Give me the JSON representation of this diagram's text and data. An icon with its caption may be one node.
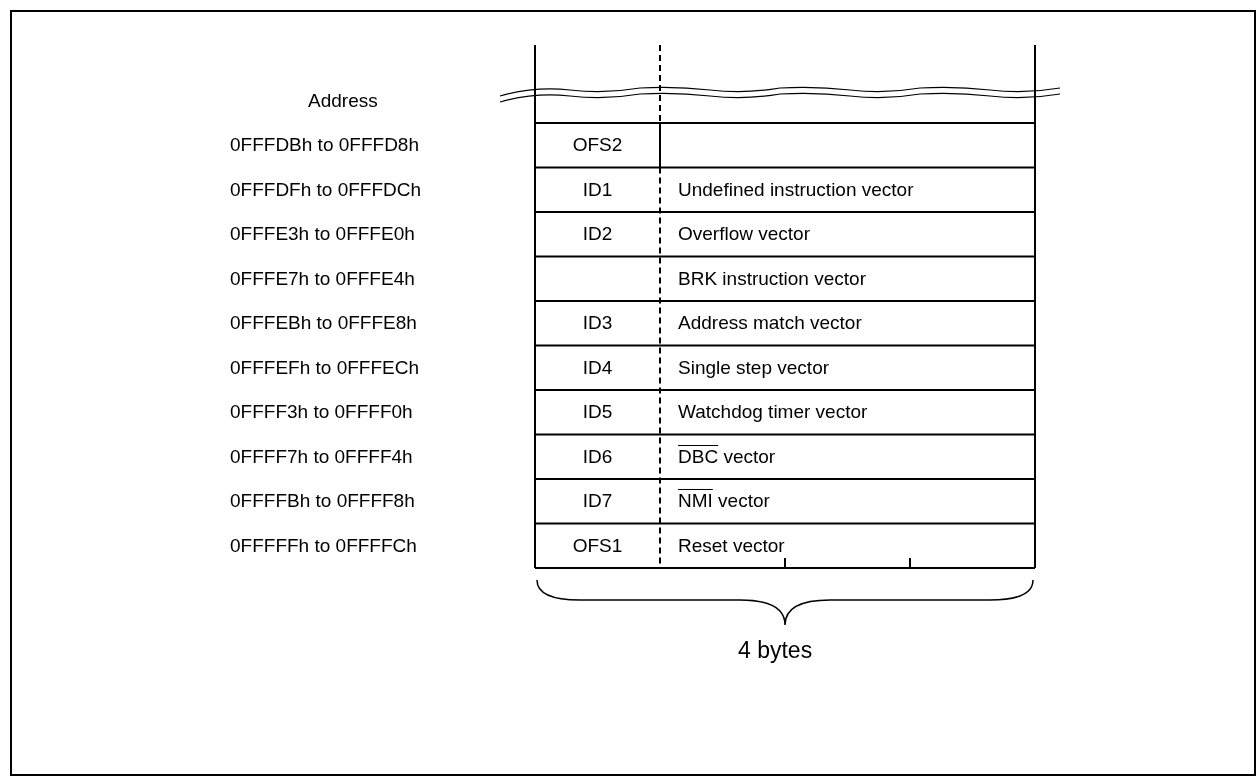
{
  "diagram": {
    "labels": [
      "Address",
      "0FFFDBh to 0FFFD8h",
      "OFS2",
      "0FFFDFh to 0FFFDCh",
      "ID1",
      "Undefined instruction vector",
      "0FFFE3h to 0FFFE0h",
      "ID2",
      "Overflow vector",
      "0FFFE7h to 0FFFE4h",
      "BRK instruction vector",
      "0FFFEBh to 0FFFE8h",
      "ID3",
      "Address match vector",
      "0FFFEFh to 0FFFECh",
      "ID4",
      "Single step vector",
      "0FFFF3h to 0FFFF0h",
      "ID5",
      "Watchdog timer vector",
      "0FFFF7h to 0FFFF4h",
      "ID6",
      "DBC vector",
      "0FFFFBh to 0FFFF8h",
      "ID7",
      "NMI vector",
      "0FFFFFh to 0FFFFCh",
      "OFS1",
      "Reset vector",
      "4 bytes"
    ]
  }
}
